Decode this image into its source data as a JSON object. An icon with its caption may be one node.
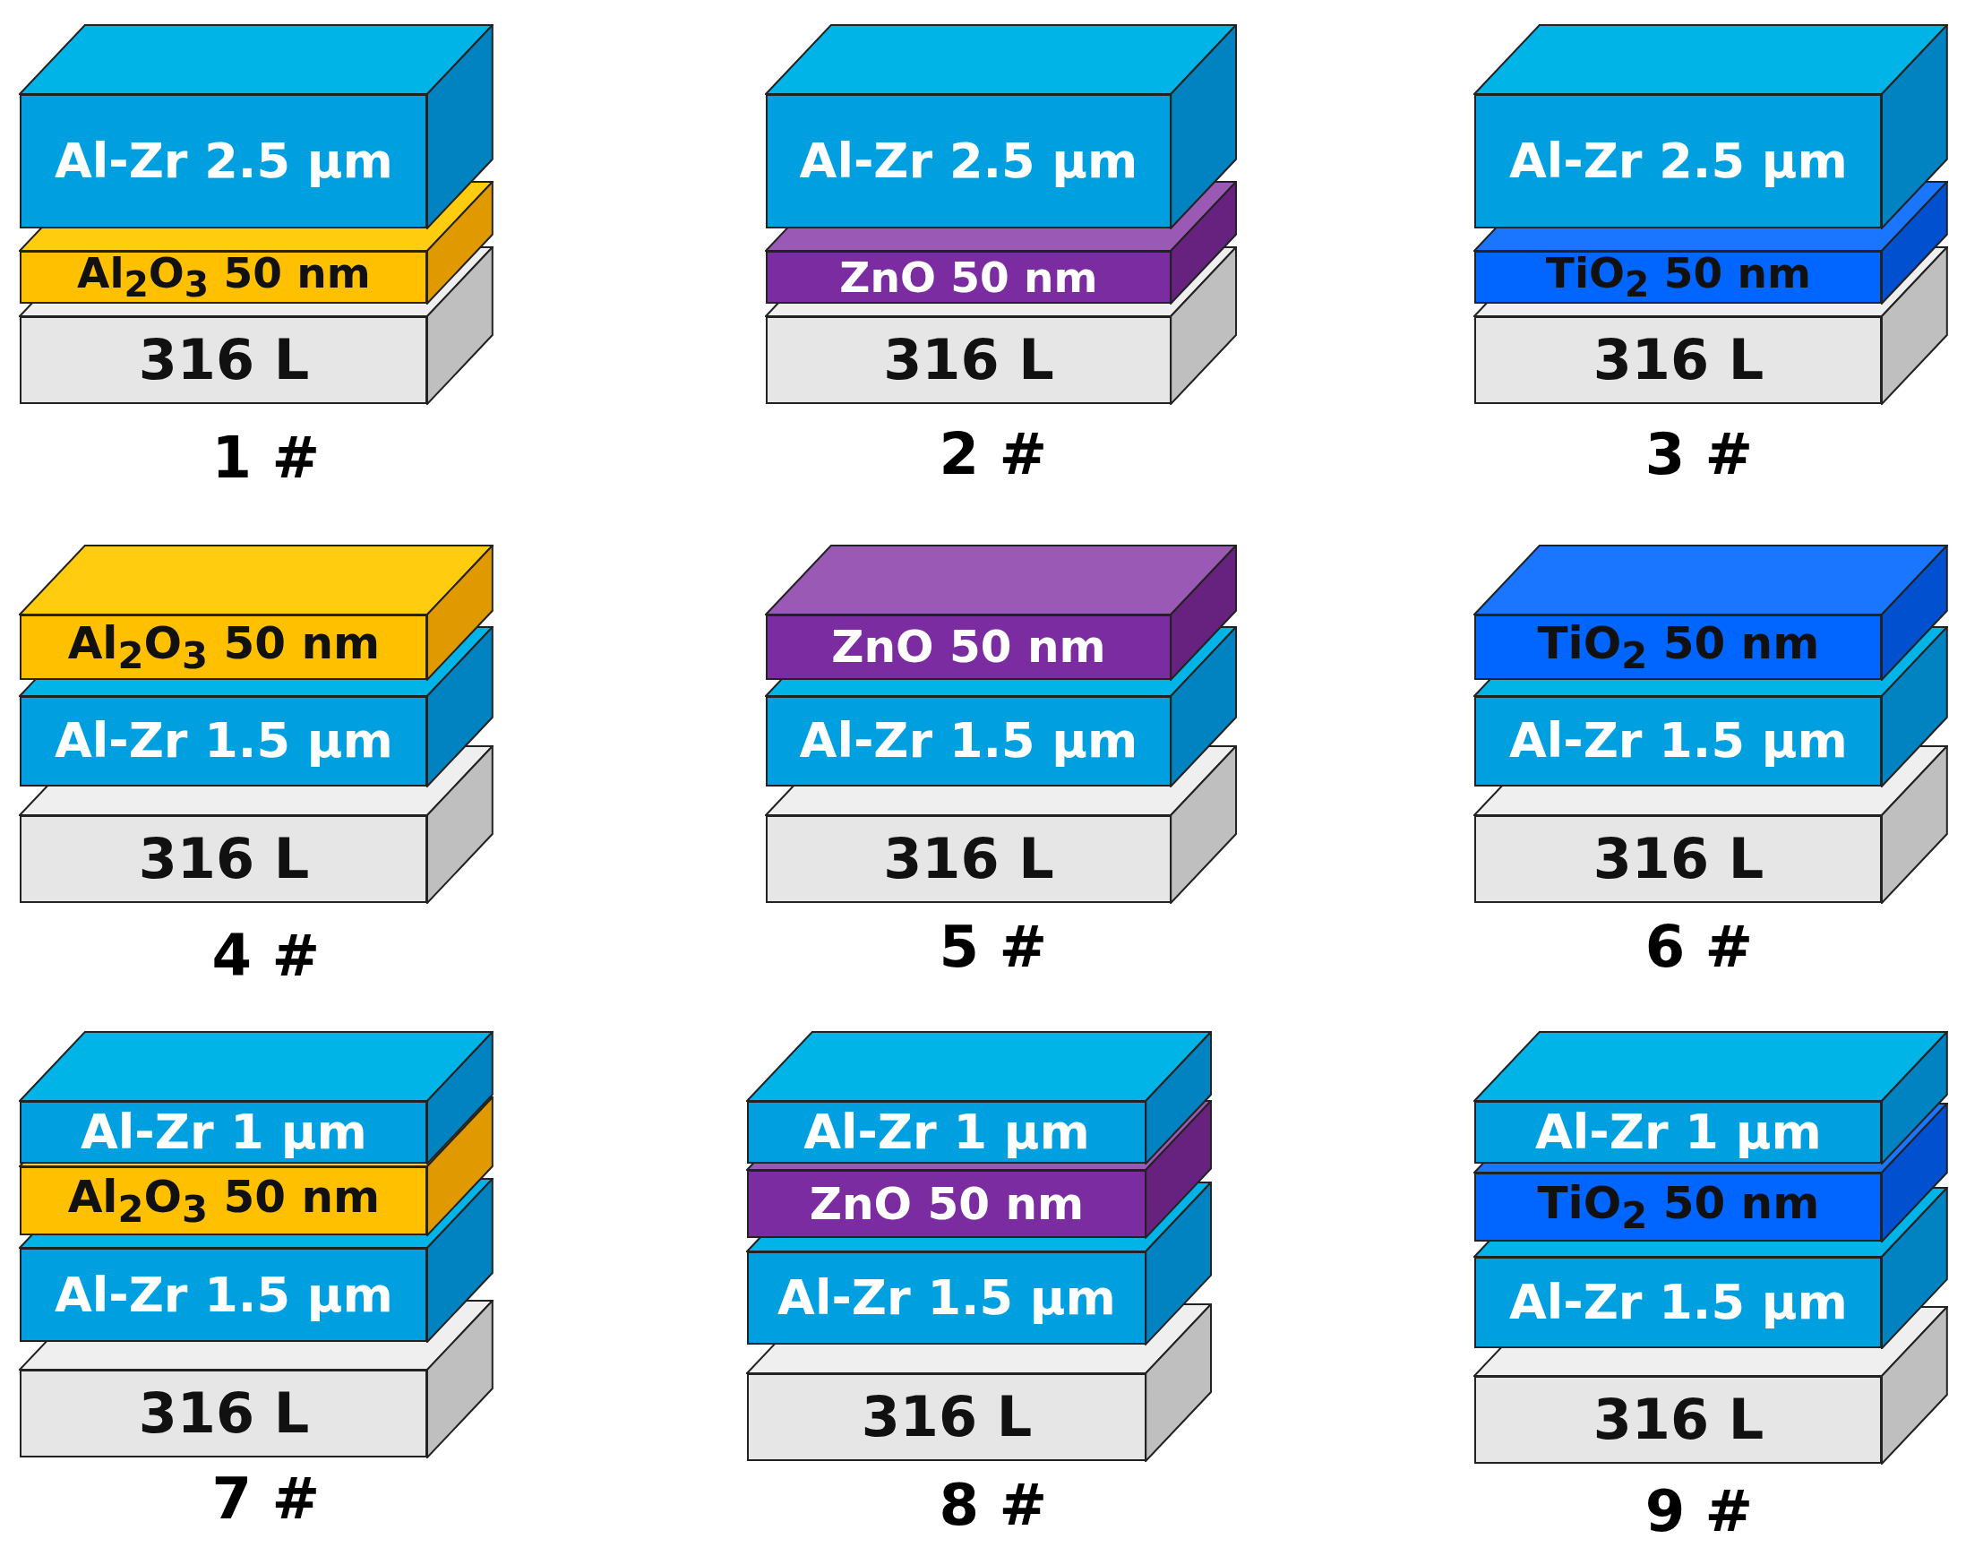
{
  "diagram": {
    "nodes": [
      {
        "text": [
          "Al-Zr 2.5 μm"
        ]
      },
      {
        "text": [
          "Al$_{2}$O$_{3}$ 50 nm"
        ]
      },
      {
        "text": [
          "316 L"
        ]
      },
      {
        "text": [
          "Al-Zr 2.5 μm"
        ]
      },
      {
        "text": [
          "ZnO 50 nm"
        ]
      },
      {
        "text": [
          "316 L"
        ]
      },
      {
        "text": [
          "Al-Zr 2.5 μm"
        ]
      },
      {
        "text": [
          "TiO$_{2}$ 50 nm"
        ]
      },
      {
        "text": [
          "316 L"
        ]
      },
      {
        "text": [
          "Al$_{2}$O$_{3}$ 50 nm"
        ]
      },
      {
        "text": [
          "Al-Zr 1.5 μm"
        ]
      },
      {
        "text": [
          "316 L"
        ]
      },
      {
        "text": [
          "ZnO 50 nm"
        ]
      },
      {
        "text": [
          "Al-Zr 1.5 μm"
        ]
      },
      {
        "text": [
          "316 L"
        ]
      },
      {
        "text": [
          "TiO$_{2}$ 50 nm"
        ]
      },
      {
        "text": [
          "Al-Zr 1.5 μm"
        ]
      },
      {
        "text": [
          "316 L"
        ]
      },
      {
        "text": [
          "Al-Zr 1 μm"
        ]
      },
      {
        "text": [
          "Al$_{2}$O$_{3}$ 50 nm"
        ]
      },
      {
        "text": [
          "Al-Zr 1.5 μm"
        ]
      },
      {
        "text": [
          "316 L"
        ]
      },
      {
        "text": [
          "Al-Zr 1 μm"
        ]
      },
      {
        "text": [
          "ZnO 50 nm"
        ]
      },
      {
        "text": [
          "Al-Zr 1.5 μm"
        ]
      },
      {
        "text": [
          "316 L"
        ]
      },
      {
        "text": [
          "Al-Zr 1 μm"
        ]
      },
      {
        "text": [
          "TiO$_{2}$ 50 nm"
        ]
      },
      {
        "text": [
          "Al-Zr 1.5 μm"
        ]
      },
      {
        "text": [
          "316 L"
        ]
      }
    ],
    "labels": [
      "1 #",
      "2 #",
      "3 #",
      "4 #",
      "5 #",
      "6 #",
      "7 #",
      "8 #",
      "9 #"
    ]
  }
}
